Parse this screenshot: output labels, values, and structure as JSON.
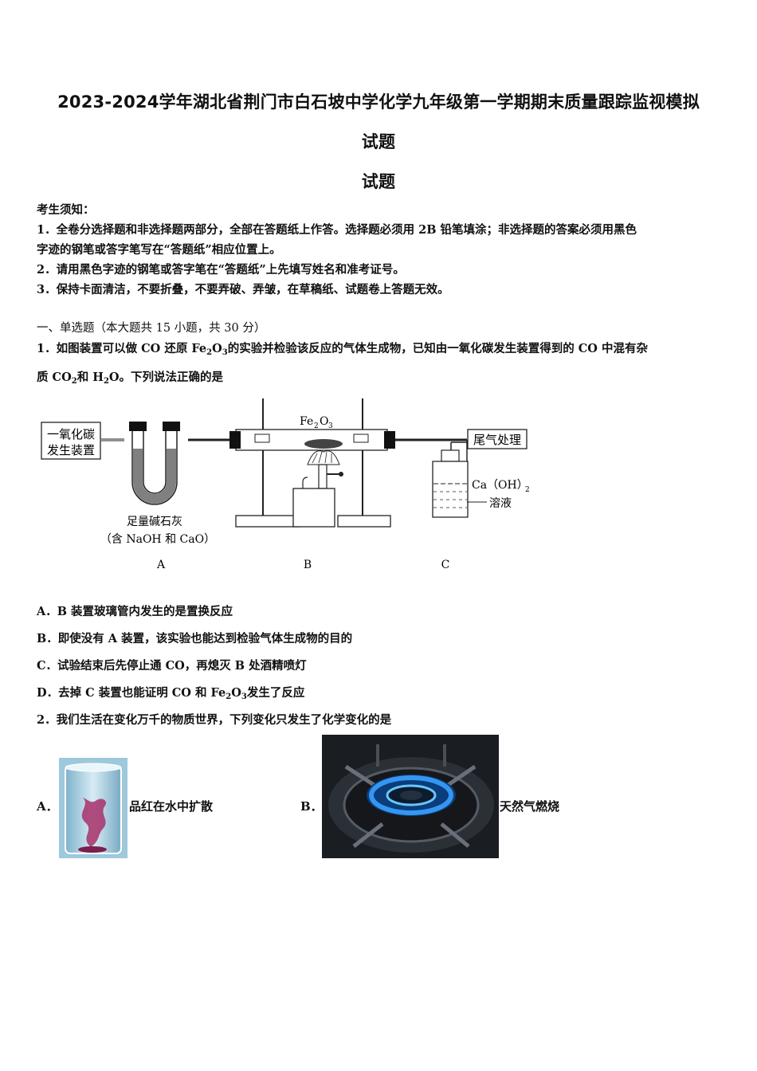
{
  "header": {
    "title_line1": "2023-2024学年湖北省荆门市白石坡中学化学九年级第一学期期末质量跟踪监视模拟",
    "title_line2": "试题",
    "title_line3": "试题"
  },
  "notice": {
    "heading": "考生须知：",
    "item1_a": "1．全卷分选择题和非选择题两部分，全部在答题纸上作答。选择题必须用 2B 铅笔填涂；非选择题的答案必须用黑色",
    "item1_b": "字迹的钢笔或答字笔写在“答题纸”相应位置上。",
    "item2": "2．请用黑色字迹的钢笔或答字笔在“答题纸”上先填写姓名和准考证号。",
    "item3": "3．保持卡面清洁，不要折叠，不要弄破、弄皱，在草稿纸、试题卷上答题无效。"
  },
  "section": {
    "heading": "一、单选题（本大题共 15 小题，共 30 分）"
  },
  "q1": {
    "stem_a1": "1．如图装置可以做 CO 还原 Fe",
    "sub_2": "2",
    "sub_3": "3",
    "stem_a2": "O",
    "stem_a3": "的实验并检验该反应的气体生成物，已知由一氧化碳发生装置得到的 CO 中混有杂",
    "stem_b1": "质 CO",
    "stem_b2": "和 H",
    "stem_b3": "O。下列说法正确的是",
    "diagram": {
      "generator_line1": "一氧化碳",
      "generator_line2": "发生装置",
      "fe2o3_label_a": "Fe",
      "fe2o3_label_b": "O",
      "tailgas": "尾气处理",
      "caoh2": "Ca（OH）",
      "caoh2_sub": "2",
      "solution": "溶液",
      "lime_line1": "足量碱石灰",
      "lime_line2": "（含 NaOH 和 CaO）",
      "label_a": "A",
      "label_b": "B",
      "label_c": "C"
    },
    "options": {
      "A": "A．B 装置玻璃管内发生的是置换反应",
      "B": "B．即使没有 A 装置，该实验也能达到检验气体生成物的目的",
      "C": "C．试验结束后先停止通 CO，再熄灭 B 处酒精喷灯",
      "D_a": "D．去掉 C 装置也能证明 CO 和 Fe",
      "D_b": "O",
      "D_c": "发生了反应"
    }
  },
  "q2": {
    "stem": "2．我们生活在变化万千的物质世界，下列变化只发生了化学变化的是",
    "option_a_label": "A．",
    "option_a_text": "品红在水中扩散",
    "option_b_label": "B．",
    "option_b_text": "天然气燃烧"
  }
}
